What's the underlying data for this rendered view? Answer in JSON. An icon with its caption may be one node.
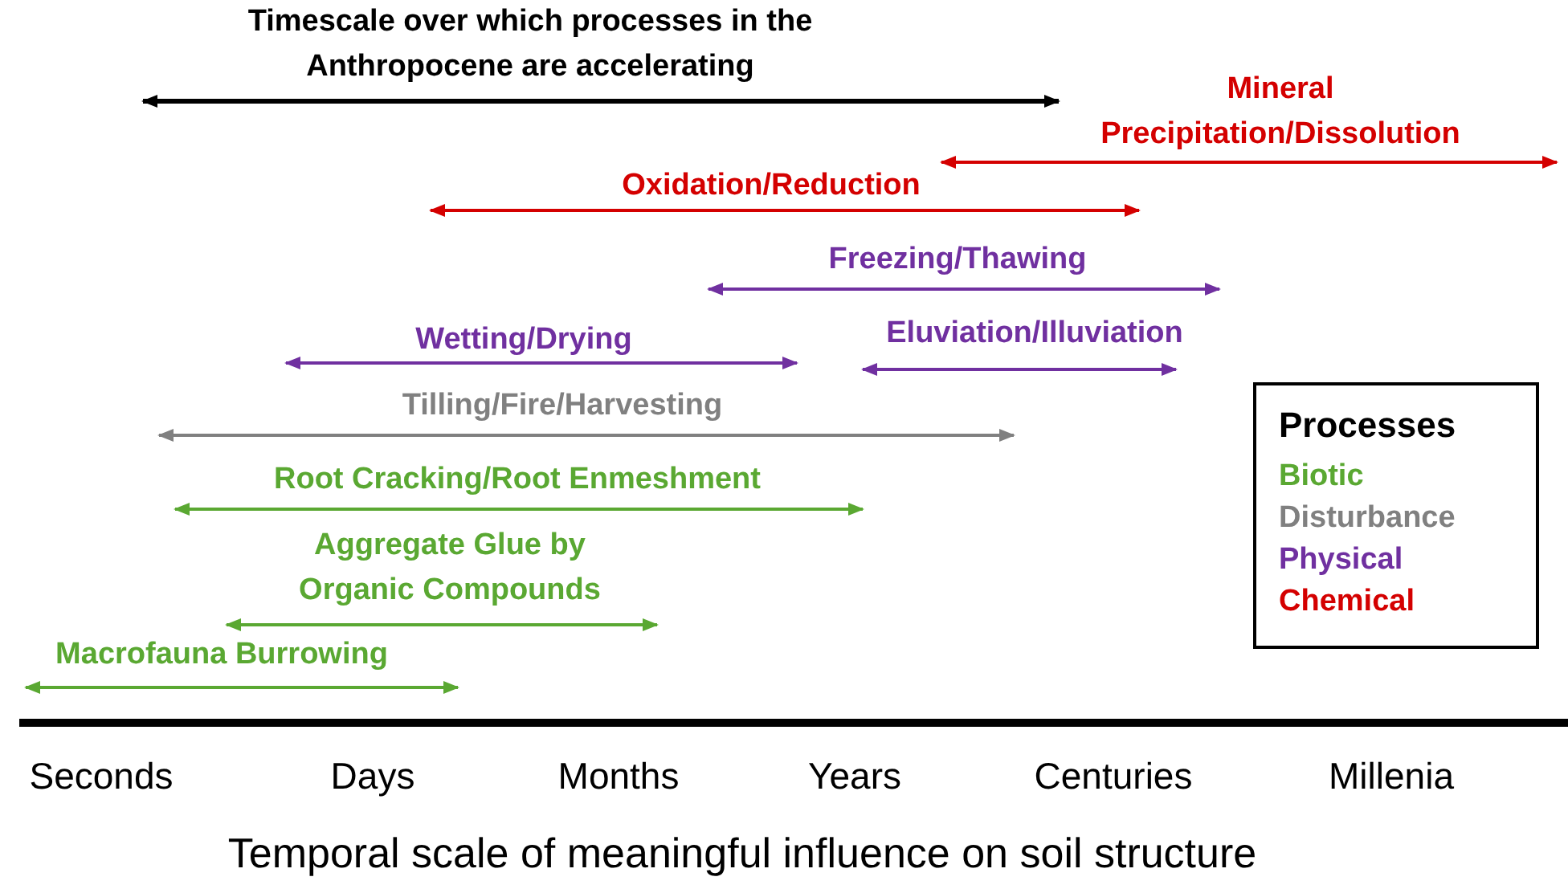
{
  "diagram": {
    "caption": "Temporal scale of meaningful influence on soil structure",
    "labels": [
      "Timescale over which processes in the Anthropocene are accelerating",
      "Mineral Precipitation/Dissolution",
      "Oxidation/Reduction",
      "Freezing/Thawing",
      "Wetting/Drying",
      "Eluviation/Illuviation",
      "Tilling/Fire/Harvesting",
      "Processes",
      "Root Cracking/Root Enmeshment",
      "Aggregate Glue by Organic Compounds",
      "Macrofauna Burrowing",
      "Seconds",
      "Days",
      "Months",
      "Years",
      "Centuries",
      "Millenia"
    ],
    "legend": [
      {
        "text": "Biotic",
        "color": "#5aa832"
      },
      {
        "text": "Disturbance",
        "color": "#808080"
      },
      {
        "text": "Physical",
        "color": "#7030a0"
      },
      {
        "text": "Chemical",
        "color": "#d40000"
      }
    ]
  }
}
